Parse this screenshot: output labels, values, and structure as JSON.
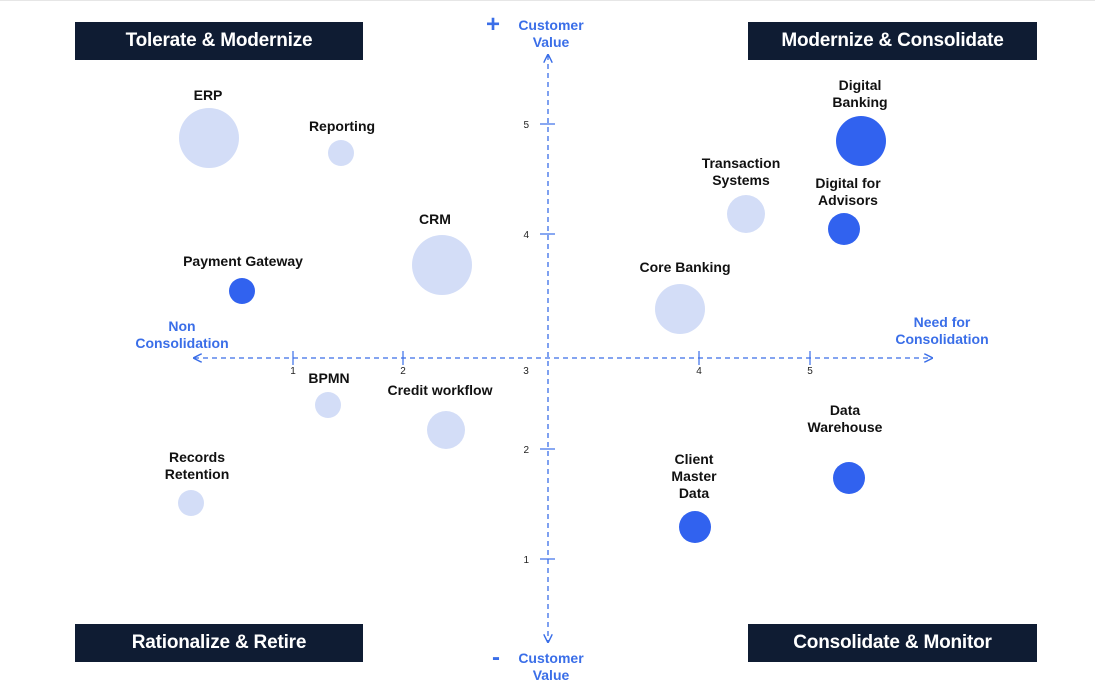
{
  "quadrants": {
    "top_left": "Tolerate & Modernize",
    "top_right": "Modernize & Consolidate",
    "bottom_left": "Rationalize & Retire",
    "bottom_right": "Consolidate & Monitor"
  },
  "axes": {
    "y_top_sign": "+",
    "y_top_title": "Customer\nValue",
    "y_bottom_sign": "-",
    "y_bottom_title": "Customer\nValue",
    "x_left_title": "Non\nConsolidation",
    "x_right_title": "Need for\nConsolidation",
    "x_ticks": [
      "1",
      "2",
      "3",
      "4",
      "5"
    ],
    "y_ticks": [
      "1",
      "2",
      "4",
      "5"
    ]
  },
  "colors": {
    "dark": "#0f1c33",
    "accent": "#3a6ee8",
    "bubble_dark": "#3162ef",
    "bubble_light": "#d3ddf7"
  },
  "bubbles": [
    {
      "label": "ERP",
      "style": "light"
    },
    {
      "label": "Reporting",
      "style": "light"
    },
    {
      "label": "CRM",
      "style": "light"
    },
    {
      "label": "Payment Gateway",
      "style": "dark"
    },
    {
      "label": "BPMN",
      "style": "light"
    },
    {
      "label": "Credit workflow",
      "style": "light"
    },
    {
      "label": "Records\nRetention",
      "style": "light"
    },
    {
      "label": "Digital\nBanking",
      "style": "dark"
    },
    {
      "label": "Transaction\nSystems",
      "style": "light"
    },
    {
      "label": "Digital for\nAdvisors",
      "style": "dark"
    },
    {
      "label": "Core Banking",
      "style": "light"
    },
    {
      "label": "Data\nWarehouse",
      "style": "dark"
    },
    {
      "label": "Client\nMaster\nData",
      "style": "dark"
    }
  ]
}
